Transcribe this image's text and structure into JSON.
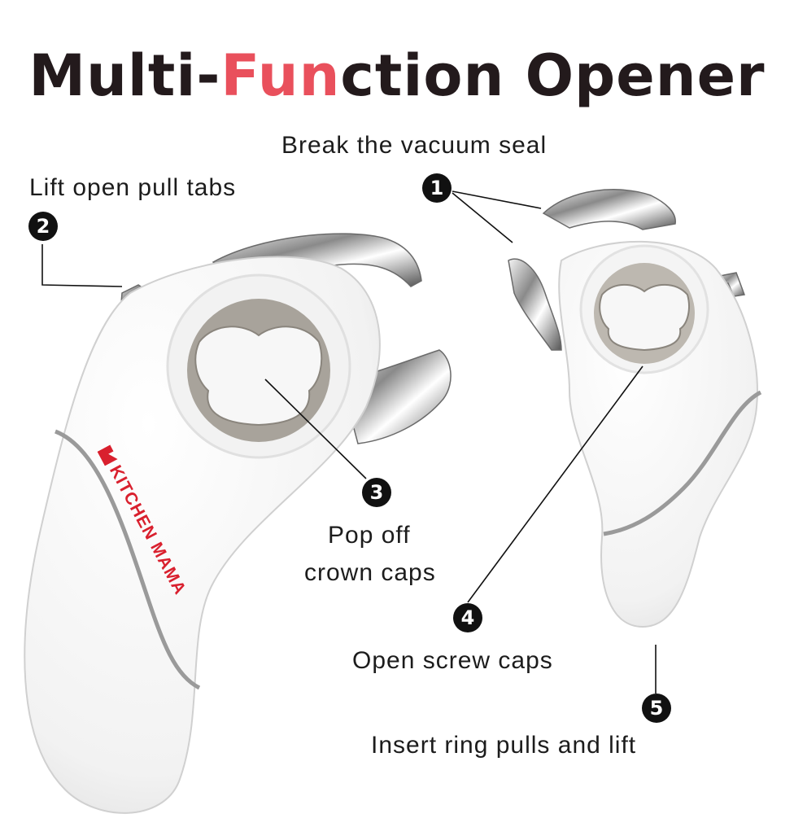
{
  "title": {
    "part1": "Multi-",
    "accent": "Fun",
    "part2": "ction Opener"
  },
  "features": [
    {
      "number": "1",
      "label": "Break the vacuum seal"
    },
    {
      "number": "2",
      "label": "Lift open pull tabs"
    },
    {
      "number": "3",
      "label_line1": "Pop off",
      "label_line2": "crown caps"
    },
    {
      "number": "4",
      "label": "Open screw caps"
    },
    {
      "number": "5",
      "label": "Insert ring pulls and lift"
    }
  ],
  "brand": "KITCHEN MAMA",
  "colors": {
    "accent": "#e9505c",
    "brand_red": "#d9202e",
    "badge": "#111111"
  }
}
